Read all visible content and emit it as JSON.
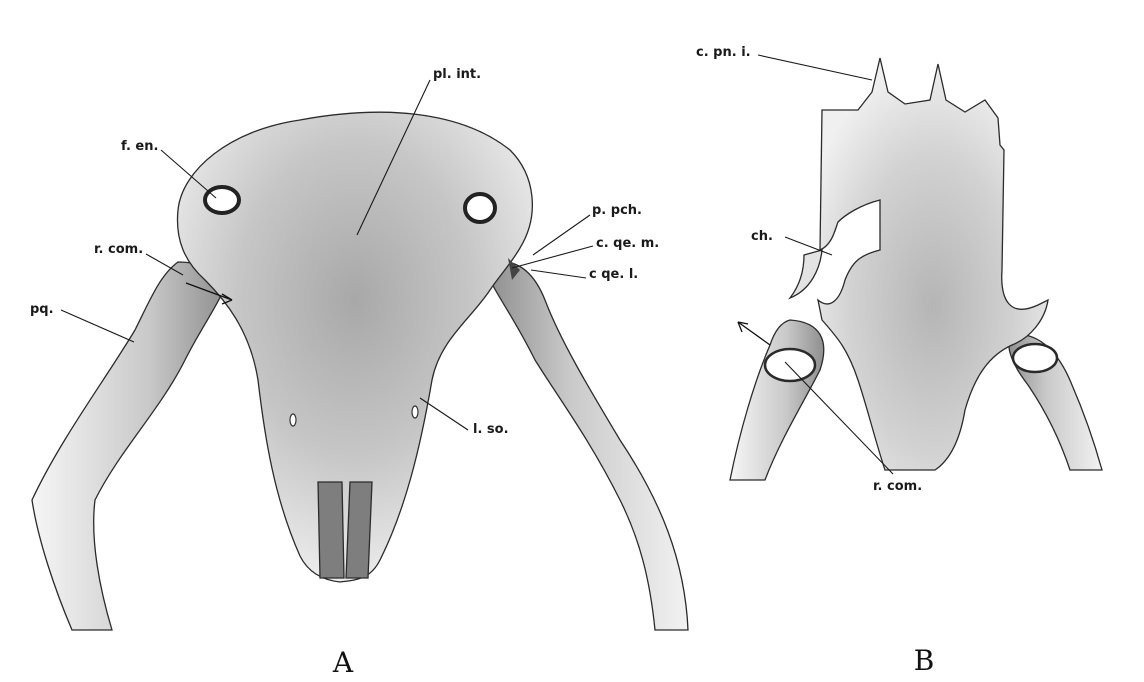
{
  "figure": {
    "panels": [
      {
        "id": "A",
        "label": "A"
      },
      {
        "id": "B",
        "label": "B"
      }
    ],
    "labels_a": {
      "pl_int": "pl. int.",
      "f_en": "f. en.",
      "r_com": "r. com.",
      "pq": "pq.",
      "p_pch": "p. pch.",
      "c_qe_m": "c. qe. m.",
      "c_qe_l": "c  qe. l.",
      "l_so": "l. so."
    },
    "labels_b": {
      "c_pn_i": "c. pn. i.",
      "ch": "ch.",
      "r_com": "r. com."
    },
    "colors": {
      "tissue_light": "#f4f4f4",
      "tissue_mid": "#bdbdbd",
      "tissue_dark": "#8c8c8c",
      "ink": "#1a1a1a"
    }
  }
}
